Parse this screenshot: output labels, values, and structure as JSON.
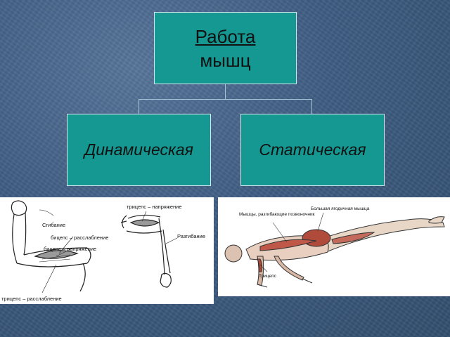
{
  "root": {
    "line1": "Работа",
    "line2": "мышц"
  },
  "children": [
    {
      "label": "Динамическая"
    },
    {
      "label": "Статическая"
    }
  ],
  "left_figure": {
    "labels": {
      "flexion": "Сгибание",
      "biceps_relax": "бицепс – расслабление",
      "biceps_tension": "бицепс – напряжение",
      "triceps_relax": "трицепс – расслабление",
      "triceps_tension": "трицепс – напряжение",
      "extension": "Разгибание"
    }
  },
  "right_figure": {
    "labels": {
      "spine_extensors": "Мышцы, разгибающие позвоночник",
      "gluteus": "Большая ягодичная мышца",
      "triceps": "Трицепс"
    }
  }
}
